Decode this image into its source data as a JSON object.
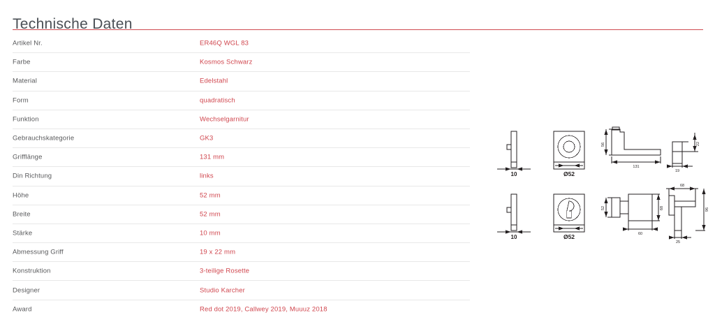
{
  "header": {
    "title": "Technische Daten",
    "rule_color": "#cf4a50"
  },
  "colors": {
    "accent_red": "#d0464e",
    "label_gray": "#58595b",
    "title_gray": "#4a4f55",
    "row_divider": "#e8e8e8",
    "drawing_line": "#231f20"
  },
  "spec_table": {
    "rows": [
      {
        "label": "Artikel Nr.",
        "value": "ER46Q WGL 83"
      },
      {
        "label": "Farbe",
        "value": "Kosmos Schwarz"
      },
      {
        "label": "Material",
        "value": "Edelstahl"
      },
      {
        "label": "Form",
        "value": "quadratisch"
      },
      {
        "label": "Funktion",
        "value": "Wechselgarnitur"
      },
      {
        "label": "Gebrauchskategorie",
        "value": "GK3"
      },
      {
        "label": "Grifflänge",
        "value": "131 mm"
      },
      {
        "label": "Din Richtung",
        "value": "links"
      },
      {
        "label": "Höhe",
        "value": "52 mm"
      },
      {
        "label": "Breite",
        "value": "52 mm"
      },
      {
        "label": "Stärke",
        "value": "10 mm"
      },
      {
        "label": "Abmessung Griff",
        "value": "19 x 22 mm"
      },
      {
        "label": "Konstruktion",
        "value": "3-teilige Rosette"
      },
      {
        "label": "Designer",
        "value": "Studio Karcher"
      },
      {
        "label": "Award",
        "value": "Red dot 2019, Callwey 2019, Muuuz 2018"
      }
    ]
  },
  "drawings": {
    "top_row": {
      "rosette_side_thickness": "10",
      "rosette_front_diameter": "Ø52",
      "handle_height": "56",
      "handle_length": "131",
      "grip_width": "19",
      "grip_depth": "22"
    },
    "bottom_row": {
      "rosette_side_thickness": "10",
      "rosette_front_diameter": "Ø52",
      "plan_height": "52",
      "plan_length": "60",
      "plan_depth": "68",
      "side_depth": "68",
      "side_height": "96",
      "side_base": "25"
    }
  }
}
